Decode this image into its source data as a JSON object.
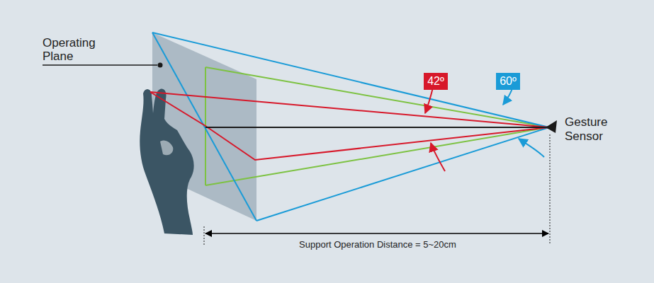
{
  "diagram": {
    "nodes": [
      {
        "text": [
          "42º"
        ]
      },
      {
        "text": [
          "60º"
        ]
      }
    ],
    "labels": [
      "Operating Plane",
      "Gesture Sensor",
      "Support Operation Distance = 5~20cm"
    ]
  }
}
